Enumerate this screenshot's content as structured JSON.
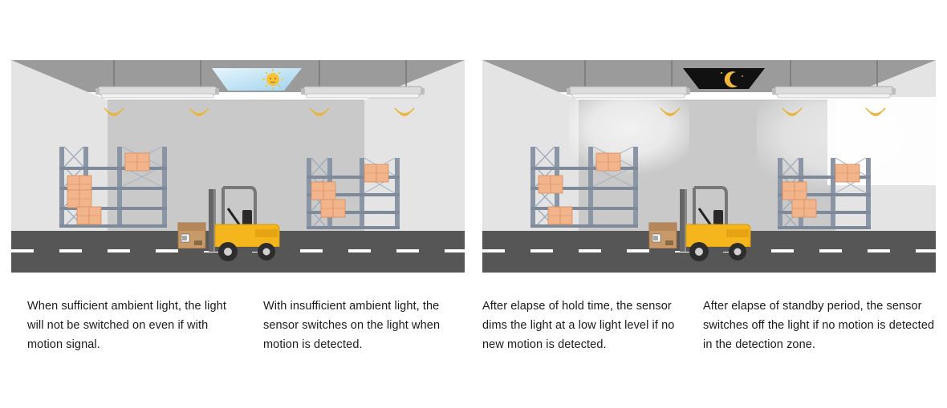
{
  "scenes": [
    {
      "name": "sufficient-ambient-light",
      "skylight": "day",
      "icon": "sun-icon",
      "lights": [
        "off",
        "off"
      ]
    },
    {
      "name": "hold-and-standby",
      "skylight": "night",
      "icon": "moon-icon",
      "lights": [
        "dimmed",
        "on"
      ]
    }
  ],
  "captions": {
    "c1": "When sufficient ambient light, the light will not be switched on even if with motion signal.",
    "c2": "With insufficient ambient light, the sensor switches on the light when motion is detected.",
    "c3": "After elapse of hold time, the sensor dims the light at a low light level if no new motion is detected.",
    "c4": "After elapse of standby period, the sensor switches off the light if no motion is detected in the detection zone."
  },
  "colors": {
    "ceiling": "#9b9b9b",
    "wall_back": "#c9c9c9",
    "wall_side": "#e4e4e4",
    "road": "#565656",
    "lane": "#ffffff",
    "rack": "#8a96a6",
    "box": "#f2b48a",
    "forklift": "#f5b51c",
    "sensor_wave": "#e9b53a",
    "sky_day": "#bfe3f5",
    "sky_night": "#111111",
    "sun": "#f6c531",
    "moon": "#f0b93c"
  }
}
